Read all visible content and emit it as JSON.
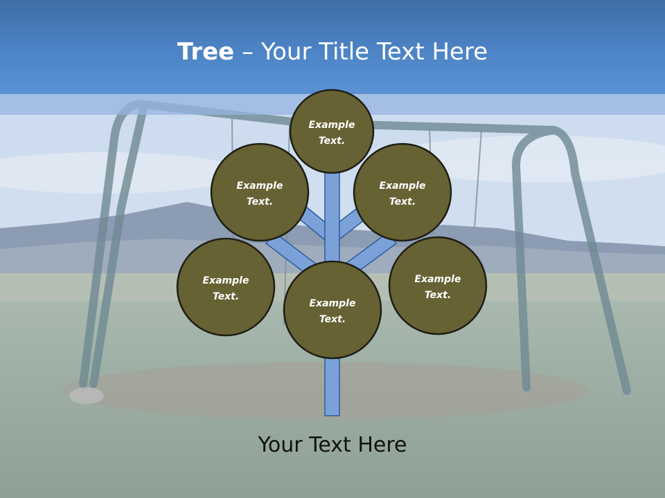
{
  "title": {
    "bold_part": "Tree",
    "separator": " – ",
    "rest": "Your Title Text Here"
  },
  "nodes": [
    {
      "id": "top",
      "line1": "Example",
      "line2": "Text."
    },
    {
      "id": "upper-left",
      "line1": "Example",
      "line2": "Text."
    },
    {
      "id": "upper-right",
      "line1": "Example",
      "line2": "Text."
    },
    {
      "id": "lower-left",
      "line1": "Example",
      "line2": "Text."
    },
    {
      "id": "lower-right",
      "line1": "Example",
      "line2": "Text."
    },
    {
      "id": "center",
      "line1": "Example",
      "line2": "Text."
    }
  ],
  "footer_text": "Your Text Here",
  "colors": {
    "header": "#4d84c6",
    "node_fill": "#666234",
    "node_stroke": "#1e1e14",
    "trunk_fill": "#7ba2d8",
    "trunk_stroke": "#2f5a9a"
  }
}
